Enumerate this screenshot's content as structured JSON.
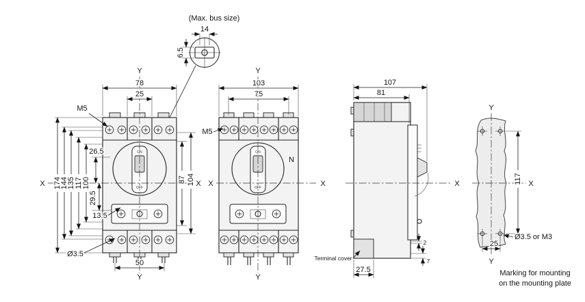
{
  "detail": {
    "label": "(Max. bus size)",
    "dim_width": "14",
    "dim_height": "6.5"
  },
  "axes": {
    "x": "X",
    "y": "Y"
  },
  "front3p": {
    "thread": "M5",
    "switch_on": "ON",
    "switch_off": "OFF",
    "dim_width": "78",
    "dim_pole_pitch": "25",
    "dim_h_total": "174",
    "dim_h_144": "144",
    "dim_h_135": "135",
    "dim_h_117": "117",
    "dim_h_100": "100",
    "dim_26_5": "26.5",
    "dim_29_5": "29.5",
    "dim_13_5": "13.5",
    "dim_87": "87",
    "dim_104": "104",
    "dim_hole": "Ø3.5",
    "dim_50": "50"
  },
  "front4p": {
    "thread": "M5",
    "neutral": "N",
    "switch_on": "ON",
    "switch_off": "OFF",
    "dim_width": "103",
    "dim_75": "75"
  },
  "side": {
    "dim_depth_total": "107",
    "dim_depth_body": "81",
    "dim_27_5": "27.5",
    "dim_2": "2",
    "dim_7": "7",
    "terminal_cover": "Terminal cover"
  },
  "mounting": {
    "dim_117": "117",
    "dim_25": "25",
    "hole_label": "Ø3.5 or M3",
    "caption_line1": "Marking for mounting",
    "caption_line2": "on the mounting plate"
  }
}
